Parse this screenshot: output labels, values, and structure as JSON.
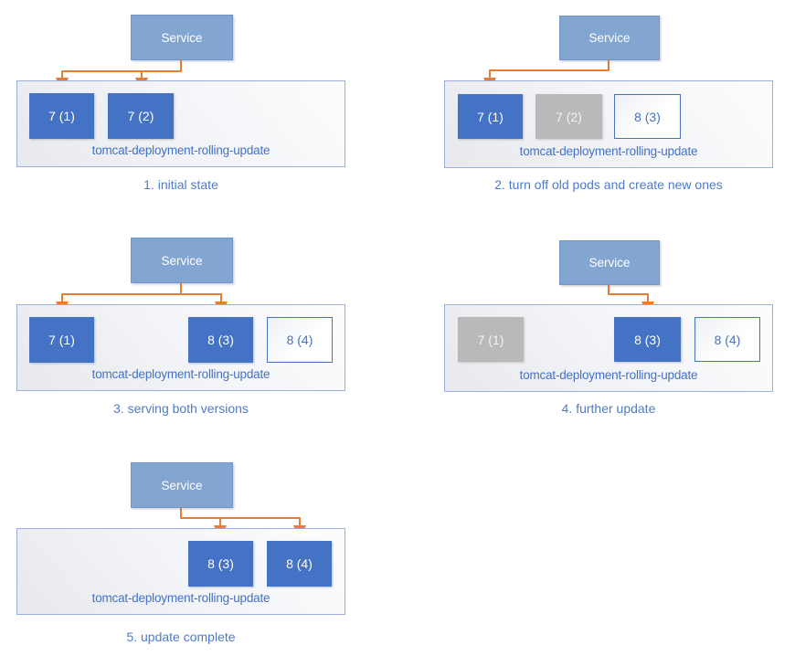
{
  "colors": {
    "pod_active_fill": "#4472c4",
    "pod_inactive_fill": "#b9b9b9",
    "pod_new_border": "#4472c4",
    "service_fill": "#83a5d2",
    "arrow": "#e87d31",
    "container_border": "#9aafdc",
    "label_text": "#4472c4"
  },
  "panels": [
    {
      "service": "Service",
      "deployment": "tomcat-deployment-rolling-update",
      "caption": "1. initial state",
      "pods": [
        {
          "label": "7 (1)",
          "state": "active"
        },
        {
          "label": "7 (2)",
          "state": "active"
        }
      ]
    },
    {
      "service": "Service",
      "deployment": "tomcat-deployment-rolling-update",
      "caption": "2. turn off old pods and create new ones",
      "pods": [
        {
          "label": "7 (1)",
          "state": "active"
        },
        {
          "label": "7 (2)",
          "state": "inactive"
        },
        {
          "label": "8 (3)",
          "state": "new"
        }
      ]
    },
    {
      "service": "Service",
      "deployment": "tomcat-deployment-rolling-update",
      "caption": "3. serving both versions",
      "pods": [
        {
          "label": "7 (1)",
          "state": "active"
        },
        {
          "label": "8 (3)",
          "state": "active"
        },
        {
          "label": "8 (4)",
          "state": "new"
        }
      ]
    },
    {
      "service": "Service",
      "deployment": "tomcat-deployment-rolling-update",
      "caption": "4. further update",
      "pods": [
        {
          "label": "7 (1)",
          "state": "inactive"
        },
        {
          "label": "8 (3)",
          "state": "active"
        },
        {
          "label": "8 (4)",
          "state": "new"
        }
      ]
    },
    {
      "service": "Service",
      "deployment": "tomcat-deployment-rolling-update",
      "caption": "5. update complete",
      "pods": [
        {
          "label": "8 (3)",
          "state": "active"
        },
        {
          "label": "8 (4)",
          "state": "active"
        }
      ]
    }
  ]
}
